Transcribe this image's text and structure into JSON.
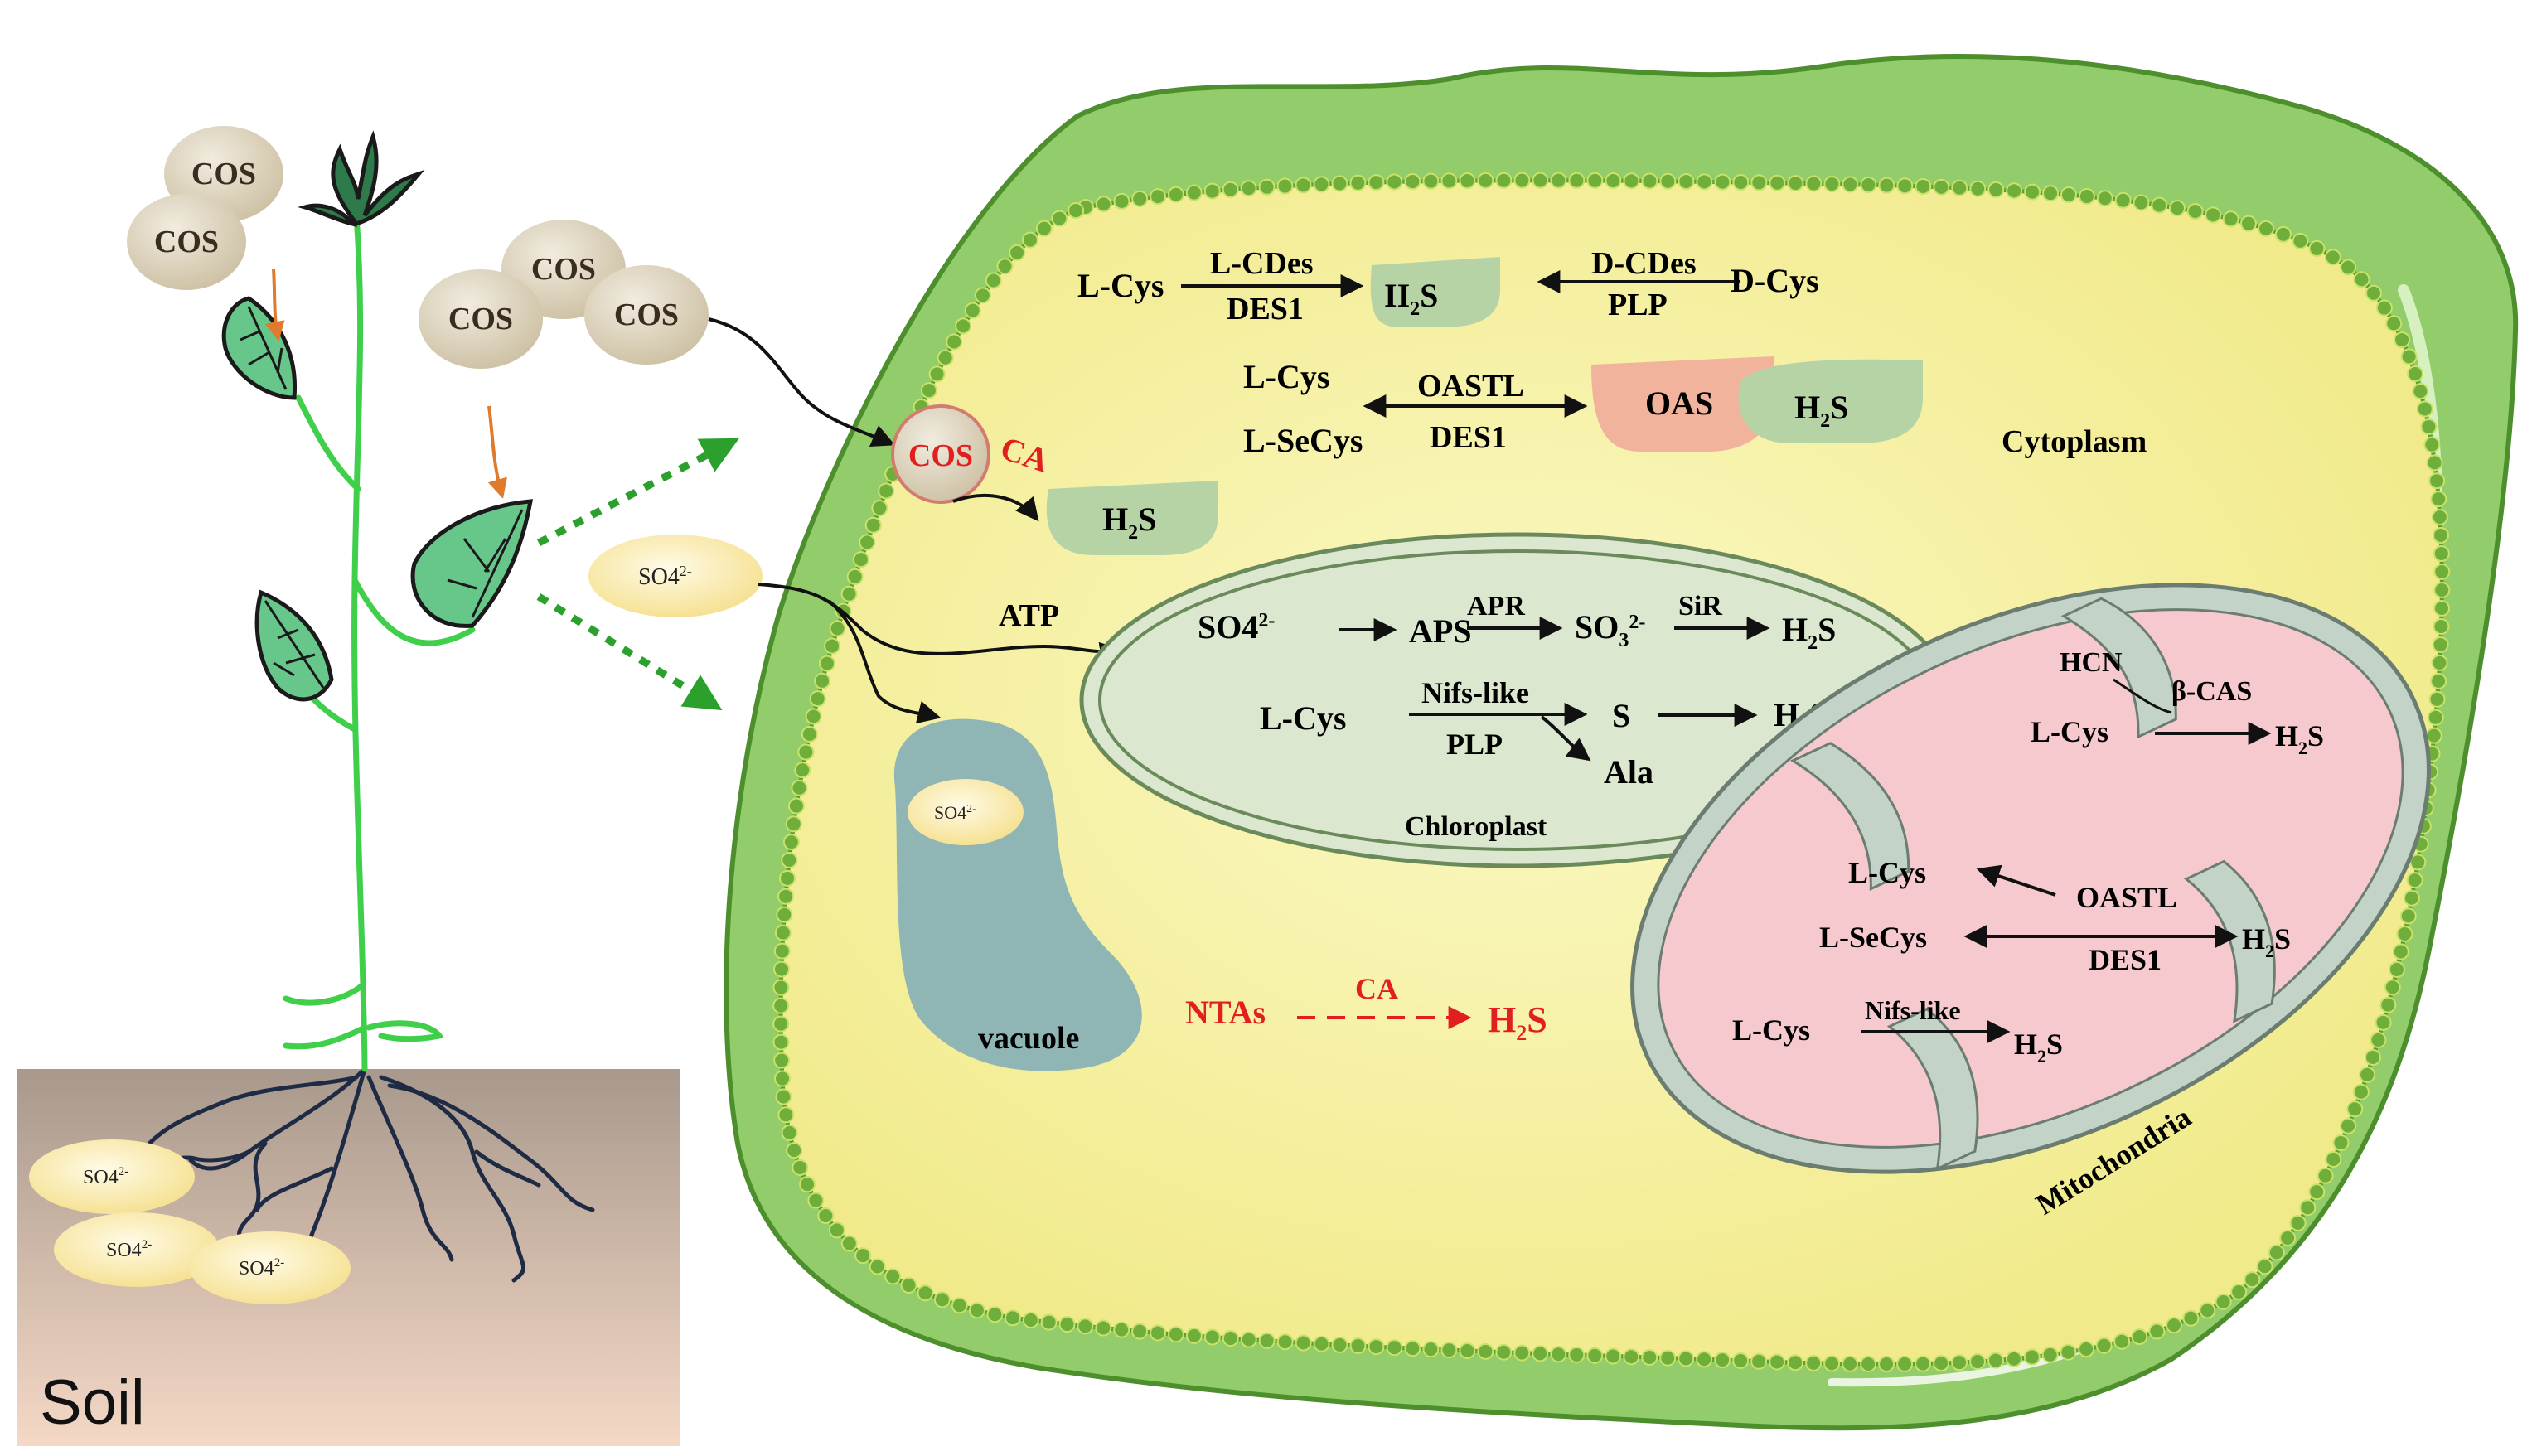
{
  "labels": {
    "soil": "Soil",
    "cos": "COS",
    "ca": "CA",
    "so4": "SO4",
    "so4_sup": "2-",
    "cytoplasm": "Cytoplasm",
    "chloroplast": "Chloroplast",
    "vacuole": "vacuole",
    "mitochondria": "Mitochondria",
    "atp": "ATP",
    "oas": "OAS",
    "h2s_h": "H",
    "h2s_2": "2",
    "h2s_s": "S",
    "h2s_first_h": "II"
  },
  "cytoplasm_reactions": {
    "lcys": "L-Cys",
    "lcdes": "L-CDes",
    "des1": "DES1",
    "dcdes": "D-CDes",
    "plp": "PLP",
    "dcys": "D-Cys",
    "lcys2": "L-Cys",
    "lsecys": "L-SeCys",
    "oastl": "OASTL",
    "des1_b": "DES1"
  },
  "chloroplast_reactions": {
    "aps": "APS",
    "apr": "APR",
    "so3": "SO",
    "so3_sub": "3",
    "so3_sup": "2-",
    "sir": "SiR",
    "lcys": "L-Cys",
    "nifs": "Nifs-like",
    "plp": "PLP",
    "s": "S",
    "ala": "Ala"
  },
  "mito_reactions": {
    "hcn": "HCN",
    "bcas": "β-CAS",
    "lcys_a": "L-Cys",
    "lcys_b": "L-Cys",
    "oastl": "OASTL",
    "lsecys": "L-SeCys",
    "des1": "DES1",
    "lcys_c": "L-Cys",
    "nifs": "Nifs-like"
  },
  "ntas": {
    "ntas": "NTAs",
    "ca": "CA"
  },
  "colors": {
    "cell_outer": "#93cc6a",
    "cytoplasm": "#f6f2a4",
    "membrane_dots": "#6fae3a",
    "chloroplast": "#dbe8cf",
    "vacuole": "#8fb6b4",
    "mito_outer": "#c4d3c8",
    "mito_inner": "#f5c9cd",
    "h2s_blob": "#b6d3a6",
    "oas_blob": "#f2b39d",
    "cos_bubble": "#ddd3bd",
    "so4_bubble": "#fbeaa8",
    "red_text": "#e21f1f",
    "plant_stem": "#3fcf4a",
    "leaf": "#67c78b"
  }
}
